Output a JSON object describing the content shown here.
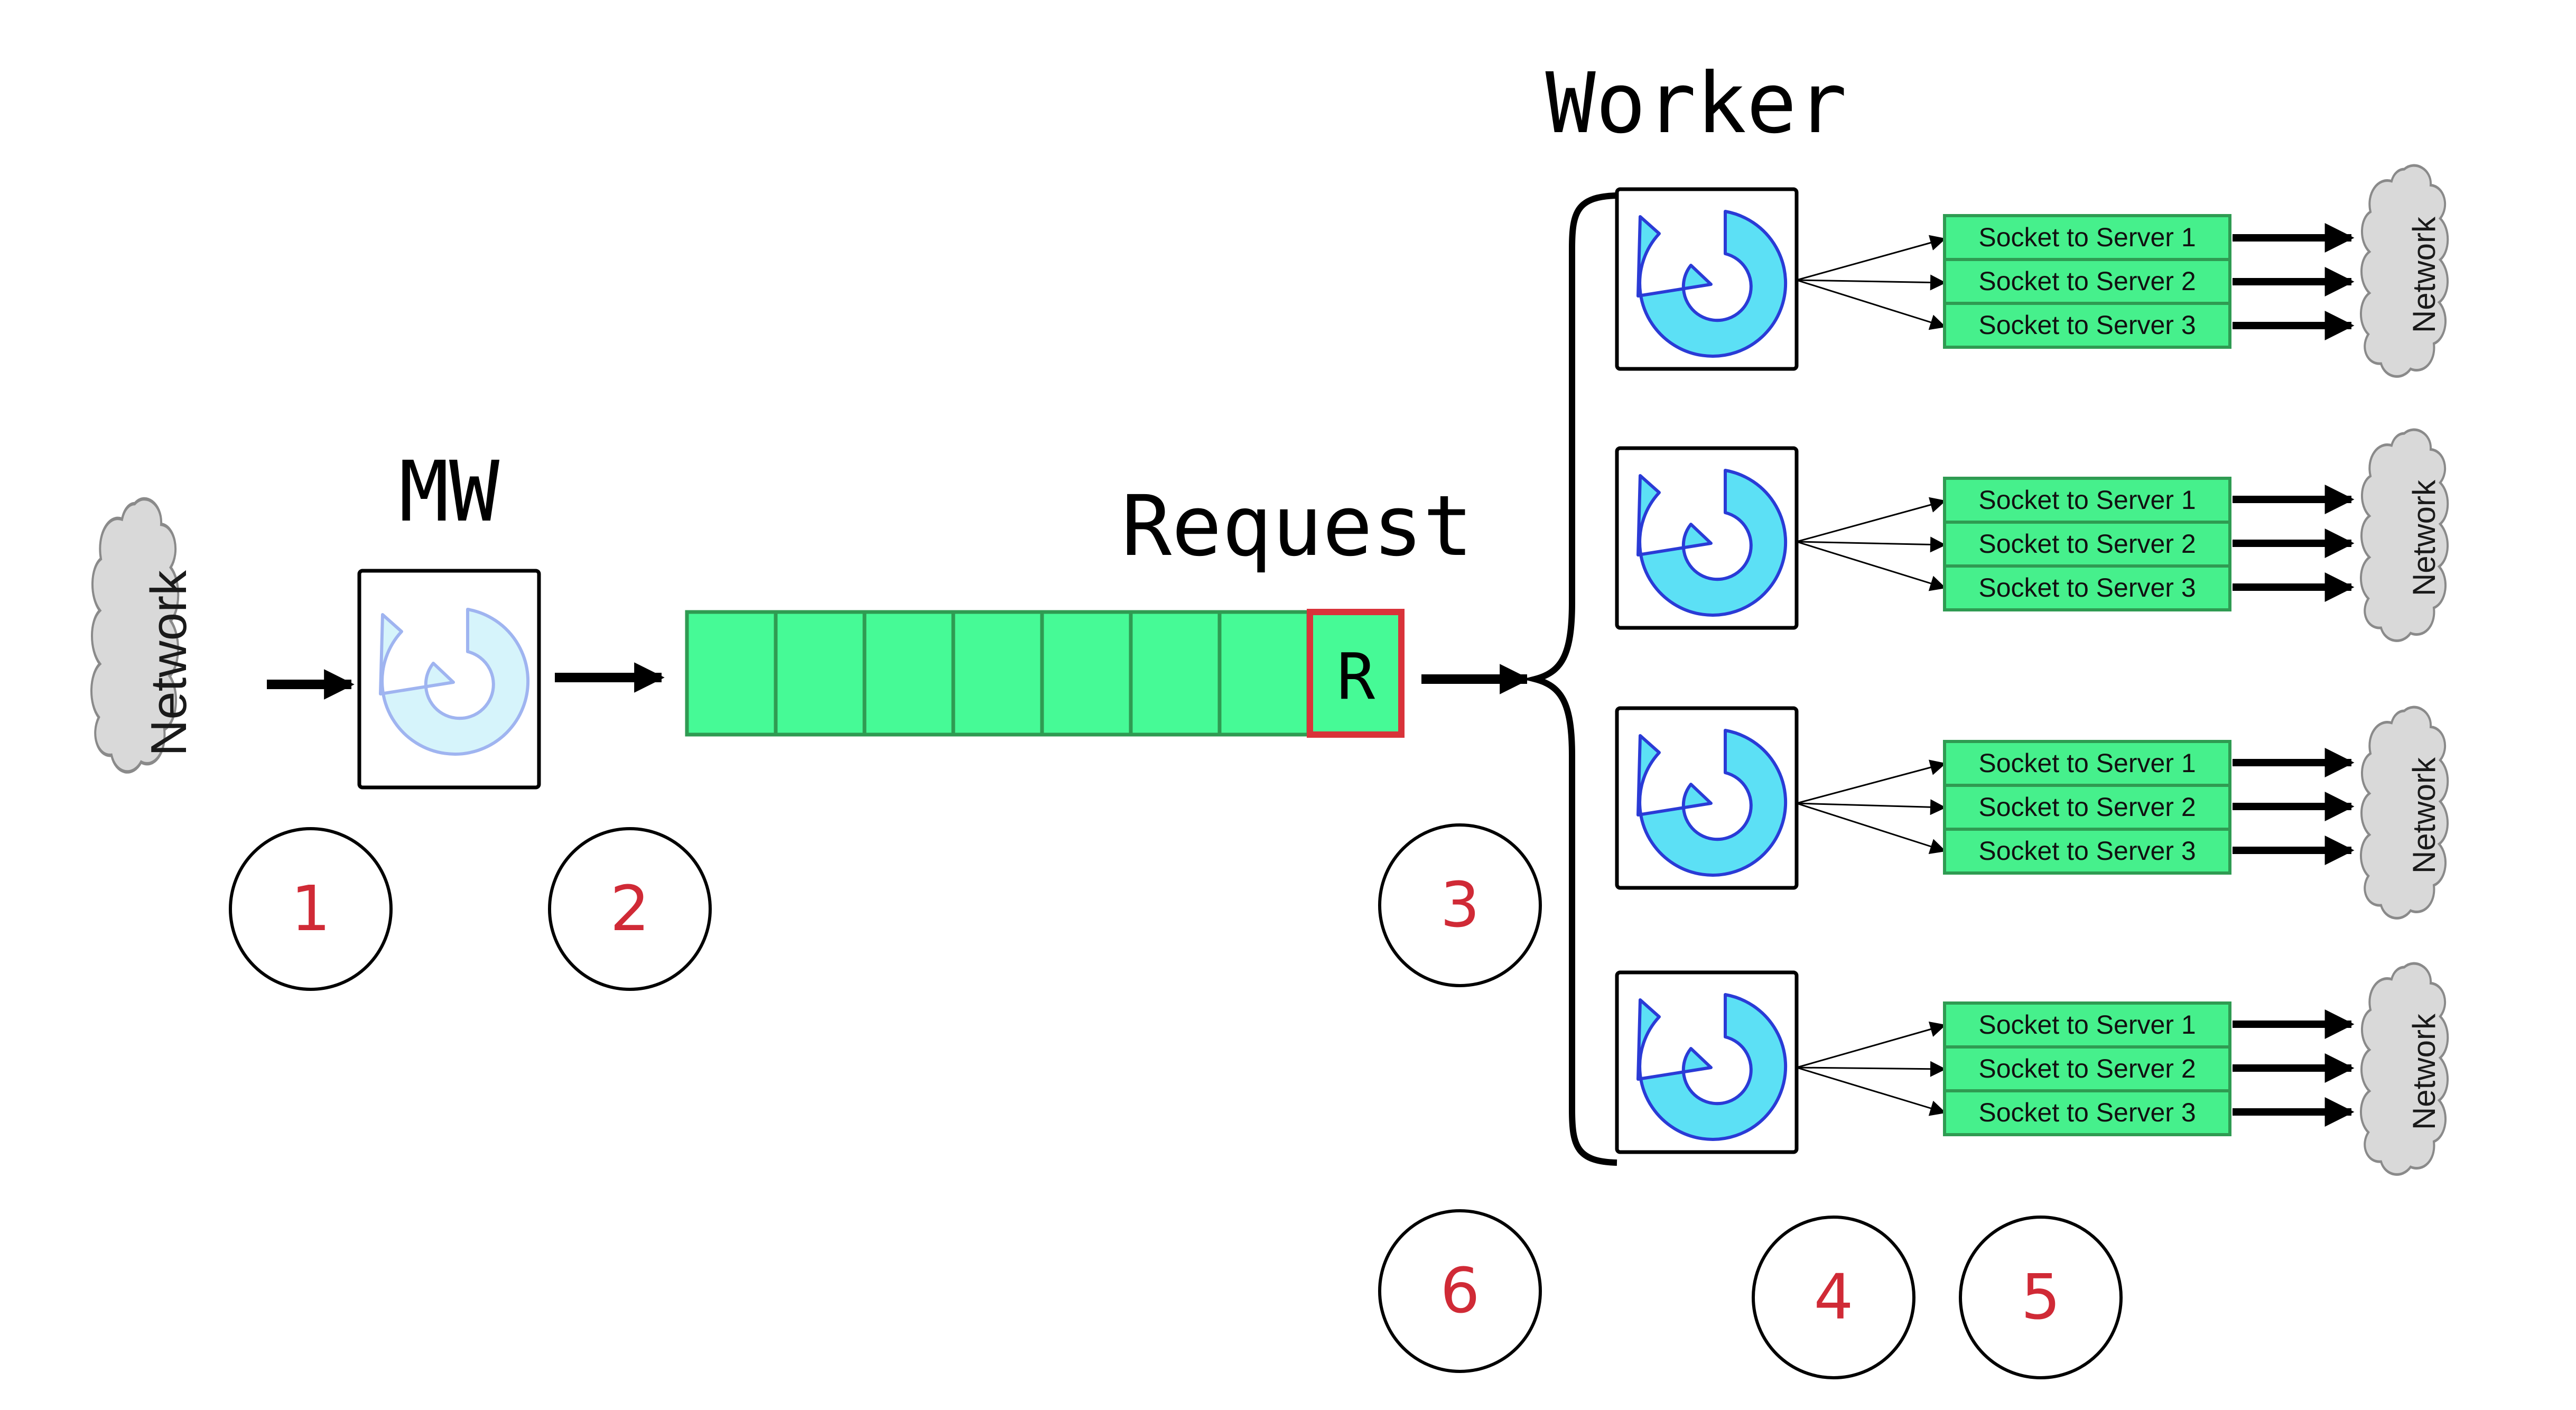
{
  "labels": {
    "mw": "MW",
    "request": "Request",
    "worker": "Worker",
    "queue_item": "R",
    "network": "Network"
  },
  "step_numbers": [
    "1",
    "2",
    "3",
    "6",
    "4",
    "5"
  ],
  "sockets": [
    "Socket to Server 1",
    "Socket to Server 2",
    "Socket to Server 3"
  ],
  "colors": {
    "queue_fill": "#46fa96",
    "socket_fill": "#46f08c",
    "socket_border": "#2f9b52",
    "queue_highlight": "#d9333a",
    "step_number": "#d02a36",
    "cloud_fill": "#d9d9d9",
    "cloud_stroke": "#8a8a8a",
    "worker_loop": "#5ce0f5",
    "worker_loop_stroke": "#2a3bd6",
    "mw_loop": "#d6f4fb",
    "mw_loop_stroke": "#9fb4f0"
  },
  "icons": {
    "cloud": "network-cloud-icon",
    "loop": "event-loop-icon",
    "arrow": "arrow-right-icon",
    "brace": "curly-brace-icon"
  }
}
